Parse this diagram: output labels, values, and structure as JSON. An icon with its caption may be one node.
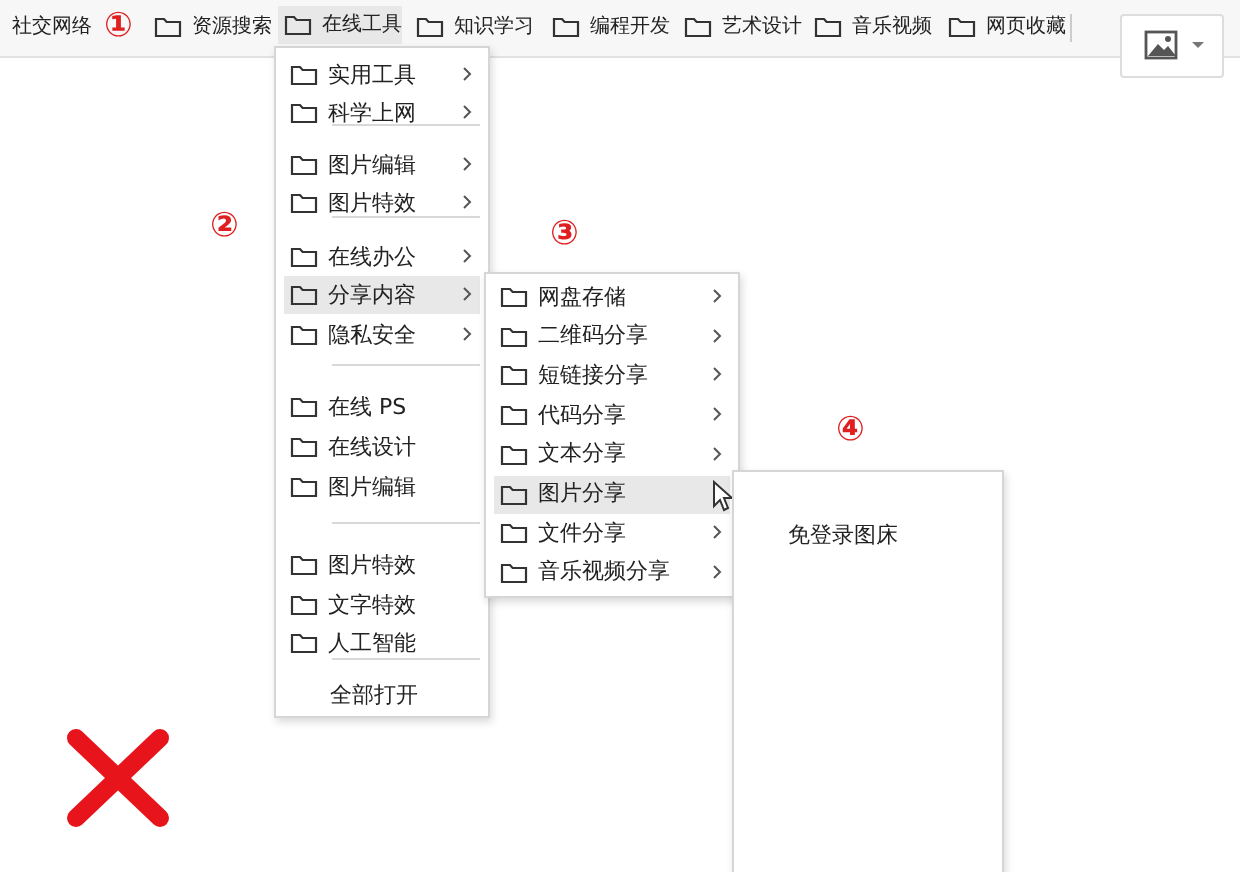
{
  "diagram": {
    "nodes": [
      {
        "text": [],
        "shape": "bar"
      },
      {
        "text": [
          "社交网络"
        ],
        "in": 0
      },
      {
        "text": [
          "资源搜索"
        ],
        "in": 0
      },
      {
        "text": [
          "在线工具"
        ],
        "in": 0
      },
      {
        "text": [
          "知识学习"
        ],
        "in": 0
      },
      {
        "text": [
          "编程开发"
        ],
        "in": 0
      },
      {
        "text": [
          "艺术设计"
        ],
        "in": 0
      },
      {
        "text": [
          "音乐视频"
        ],
        "in": 0
      },
      {
        "text": [
          "网页收藏"
        ],
        "in": 0
      },
      {
        "text": [],
        "shape": "box"
      },
      {
        "text": [
          "实用工具"
        ],
        "in": 9
      },
      {
        "text": [
          "科学上网"
        ],
        "in": 9
      },
      {
        "text": [
          "图片编辑"
        ],
        "in": 9
      },
      {
        "text": [
          "图片特效"
        ],
        "in": 9
      },
      {
        "text": [
          "在线办公"
        ],
        "in": 9
      },
      {
        "text": [
          "分享内容"
        ],
        "in": 9
      },
      {
        "text": [
          "隐私安全"
        ],
        "in": 9
      },
      {
        "text": [
          "在线 PS"
        ],
        "in": 9
      },
      {
        "text": [
          "在线设计"
        ],
        "in": 9
      },
      {
        "text": [
          "图片编辑"
        ],
        "in": 9
      },
      {
        "text": [
          "图片特效"
        ],
        "in": 9
      },
      {
        "text": [
          "文字特效"
        ],
        "in": 9
      },
      {
        "text": [
          "人工智能"
        ],
        "in": 9
      },
      {
        "text": [
          "全部打开"
        ],
        "in": 9
      },
      {
        "text": [],
        "shape": "box"
      },
      {
        "text": [
          "网盘存储"
        ],
        "in": 24
      },
      {
        "text": [
          "二维码分享"
        ],
        "in": 24
      },
      {
        "text": [
          "短链接分享"
        ],
        "in": 24
      },
      {
        "text": [
          "代码分享"
        ],
        "in": 24
      },
      {
        "text": [
          "文本分享"
        ],
        "in": 24
      },
      {
        "text": [
          "图片分享"
        ],
        "in": 24
      },
      {
        "text": [
          "文件分享"
        ],
        "in": 24
      },
      {
        "text": [
          "音乐视频分享"
        ],
        "in": 24
      },
      {
        "text": [],
        "shape": "box"
      },
      {
        "text": [
          "免登录图床"
        ],
        "in": 33
      }
    ],
    "labels": [
      "①",
      "②",
      "③",
      "④"
    ]
  }
}
